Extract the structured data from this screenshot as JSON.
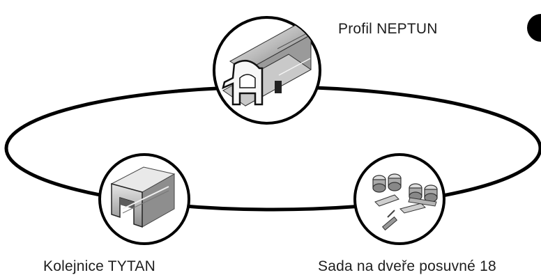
{
  "products": {
    "neptun": {
      "name": "Profil NEPTUN",
      "icon": "neptun-profile-icon"
    },
    "tytan": {
      "name": "Kolejnice TYTAN",
      "icon": "tytan-rail-icon"
    },
    "sada": {
      "name": "Sada na dveře posuvné 18",
      "icon": "roller-set-icon"
    }
  },
  "colors": {
    "outline": "#000000",
    "metal_light": "#d8d8d8",
    "metal_mid": "#a8a8a8",
    "metal_dark": "#6e6e6e",
    "text": "#1e1e1e"
  }
}
